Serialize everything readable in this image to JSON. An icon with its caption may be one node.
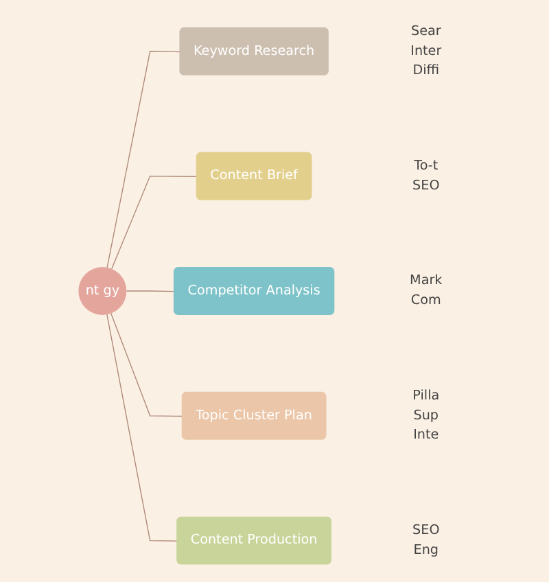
{
  "diagram": {
    "nodes": [
      {
        "text": [
          "nt gy"
        ]
      },
      {
        "text": [
          "Keyword Research"
        ],
        "beside": [
          "Sear",
          "Inter",
          "Diffi"
        ]
      },
      {
        "text": [
          "Content Brief"
        ],
        "beside": [
          "To-t",
          "SEO"
        ]
      },
      {
        "text": [
          "Competitor Analysis"
        ],
        "beside": [
          "Mark",
          "Com"
        ]
      },
      {
        "text": [
          "Topic Cluster Plan"
        ],
        "beside": [
          "Pilla",
          "Sup",
          "Inte"
        ]
      },
      {
        "text": [
          "Content Production"
        ],
        "beside": [
          "SEO",
          "Eng"
        ]
      }
    ],
    "edges": [
      {
        "from": 0,
        "to": 1,
        "arrow": "none"
      },
      {
        "from": 0,
        "to": 2,
        "arrow": "none"
      },
      {
        "from": 0,
        "to": 3,
        "arrow": "none"
      },
      {
        "from": 0,
        "to": 4,
        "arrow": "none"
      },
      {
        "from": 0,
        "to": 5,
        "arrow": "none"
      }
    ]
  }
}
